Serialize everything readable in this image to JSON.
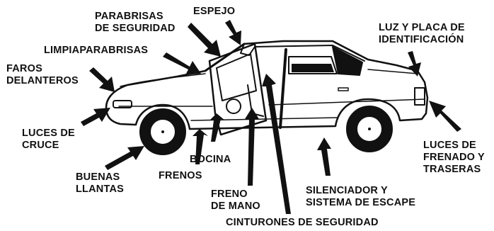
{
  "labels": {
    "parabrisas": [
      "PARABRISAS",
      "DE SEGURIDAD"
    ],
    "espejo": "ESPEJO",
    "luz_placa": [
      "LUZ Y PLACA DE",
      "IDENTIFICACIÓN"
    ],
    "limpiaparabrisas": "LIMPIAPARABRISAS",
    "faros": [
      "FAROS",
      "DELANTEROS"
    ],
    "luces_cruce": [
      "LUCES DE",
      "CRUCE"
    ],
    "buenas_llantas": [
      "BUENAS",
      "LLANTAS"
    ],
    "bocina": "BOCINA",
    "frenos": "FRENOS",
    "freno_mano": [
      "FRENO",
      "DE MANO"
    ],
    "silenciador": [
      "SILENCIADOR Y",
      "SISTEMA DE ESCAPE"
    ],
    "cinturones": "CINTURONES DE SEGURIDAD",
    "luces_frenado": [
      "LUCES DE",
      "FRENADO Y",
      "TRASERAS"
    ]
  },
  "colors": {
    "ink": "#111111",
    "background": "#ffffff"
  }
}
